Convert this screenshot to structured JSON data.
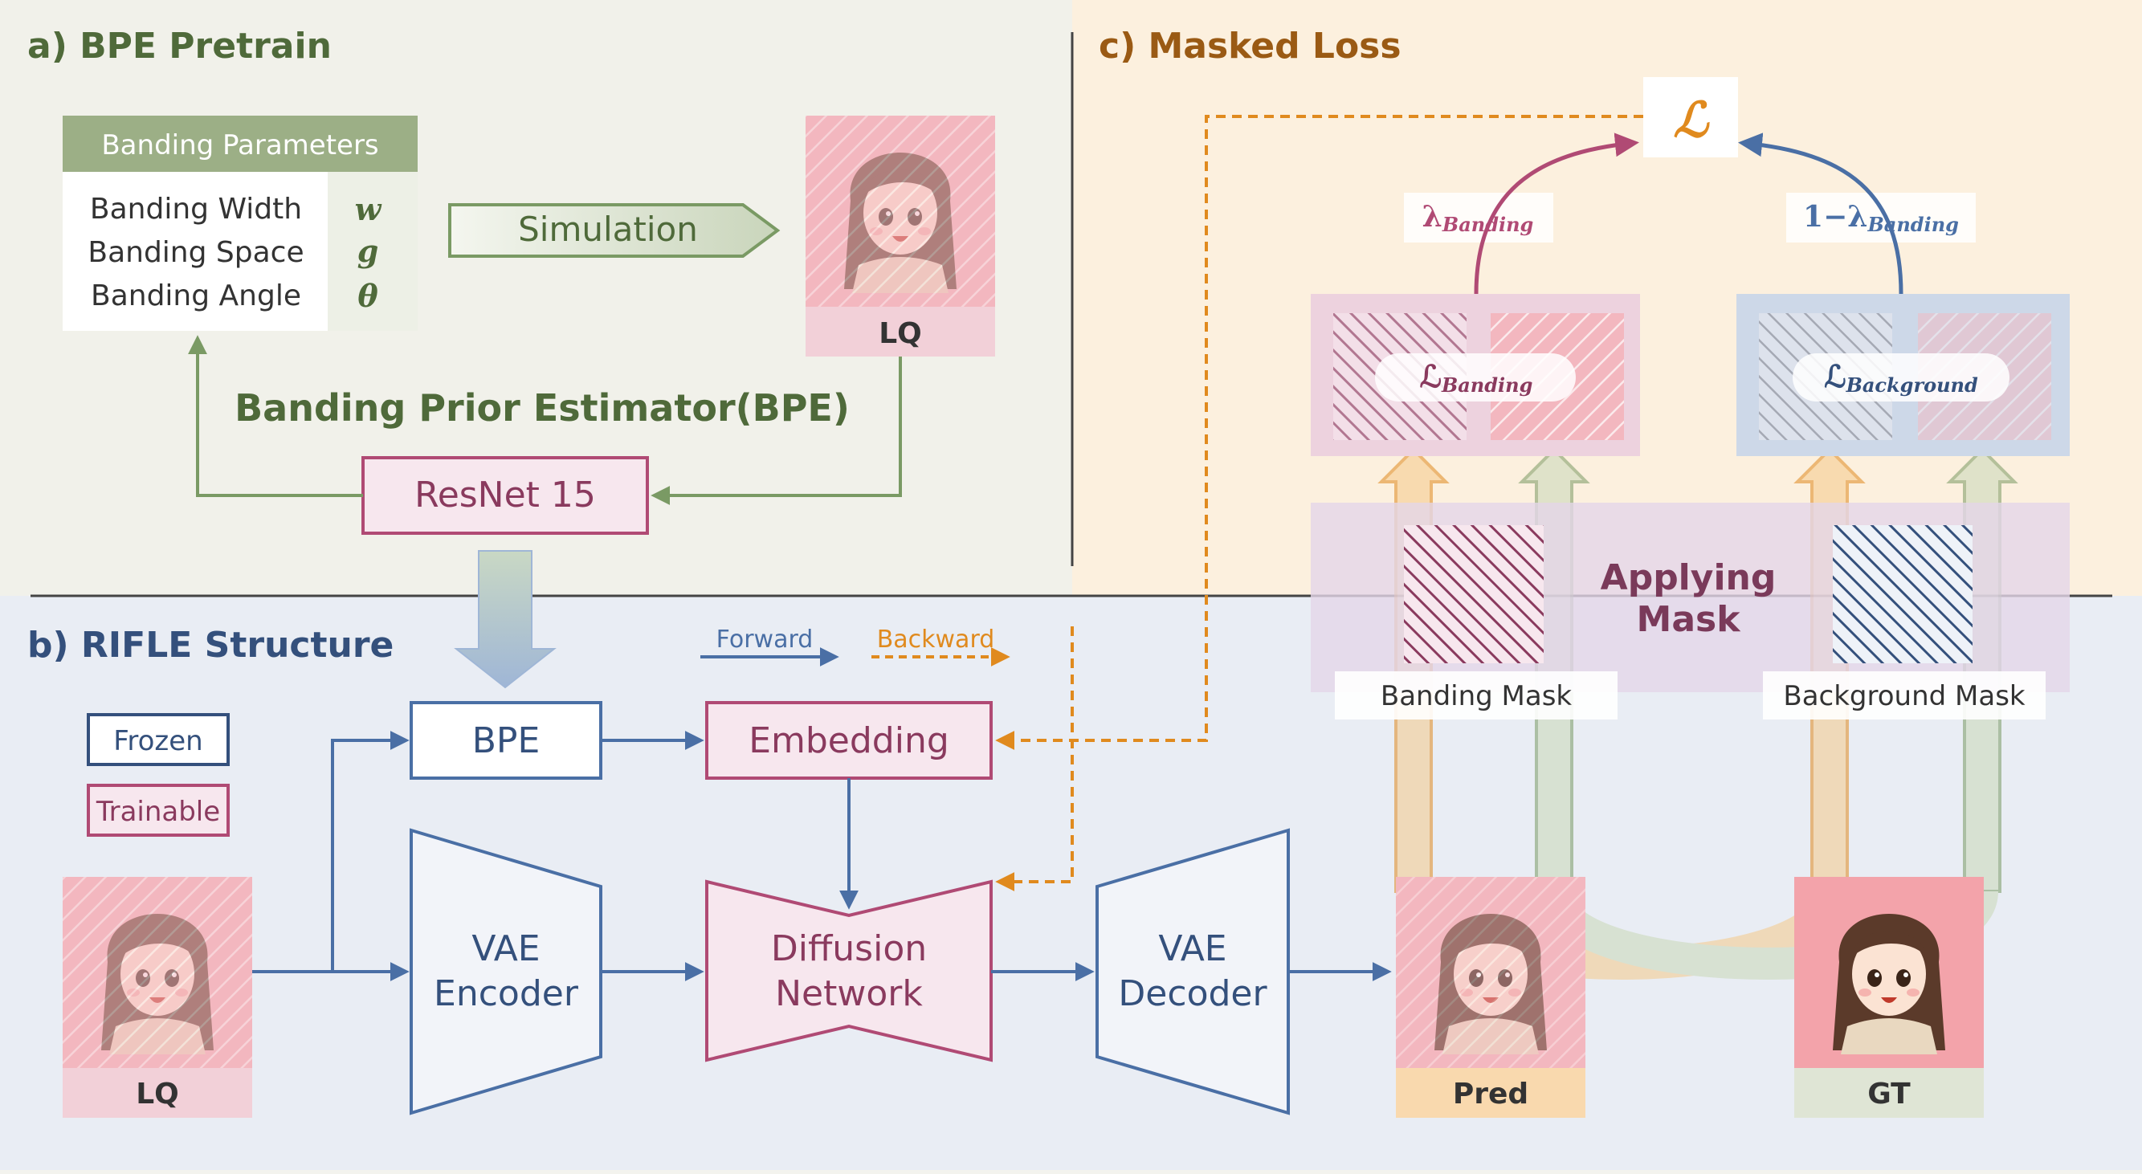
{
  "panels": {
    "a_title": "a) BPE Pretrain",
    "b_title": "b) RIFLE Structure",
    "c_title": "c) Masked Loss"
  },
  "params": {
    "header": "Banding Parameters",
    "rows": [
      {
        "name": "Banding Width",
        "sym": "w"
      },
      {
        "name": "Banding Space",
        "sym": "g"
      },
      {
        "name": "Banding Angle",
        "sym": "θ"
      }
    ]
  },
  "simulation_label": "Simulation",
  "bpe_title": "Banding Prior Estimator(BPE)",
  "resnet_label": "ResNet 15",
  "images": {
    "lq": "LQ",
    "pred": "Pred",
    "gt": "GT"
  },
  "legend": {
    "frozen": "Frozen",
    "trainable": "Trainable",
    "forward": "Forward",
    "backward": "Backward"
  },
  "blocks": {
    "bpe": "BPE",
    "embedding": "Embedding",
    "vae_encoder": [
      "VAE",
      "Encoder"
    ],
    "diffusion": [
      "Diffusion",
      "Network"
    ],
    "vae_decoder": [
      "VAE",
      "Decoder"
    ]
  },
  "loss": {
    "total": "ℒ",
    "lambda_banding": "λ",
    "lambda_banding_sub": "Banding",
    "one_minus": "1−λ",
    "one_minus_sub": "Banding",
    "l_banding": "ℒ",
    "l_banding_sub": "Banding",
    "l_background": "ℒ",
    "l_background_sub": "Background"
  },
  "mask": {
    "applying": [
      "Applying",
      "Mask"
    ],
    "banding_mask": "Banding Mask",
    "background_mask": "Background Mask"
  },
  "colors": {
    "green": "#7a9a64",
    "green_dark": "#4f6a3a",
    "blue": "#4a6fa5",
    "magenta": "#b04a74",
    "orange": "#e08a1e",
    "brown": "#9a5a14",
    "bg_a": "#f1f1ea",
    "bg_b": "#e9edf4",
    "bg_c": "#fcf0de"
  }
}
